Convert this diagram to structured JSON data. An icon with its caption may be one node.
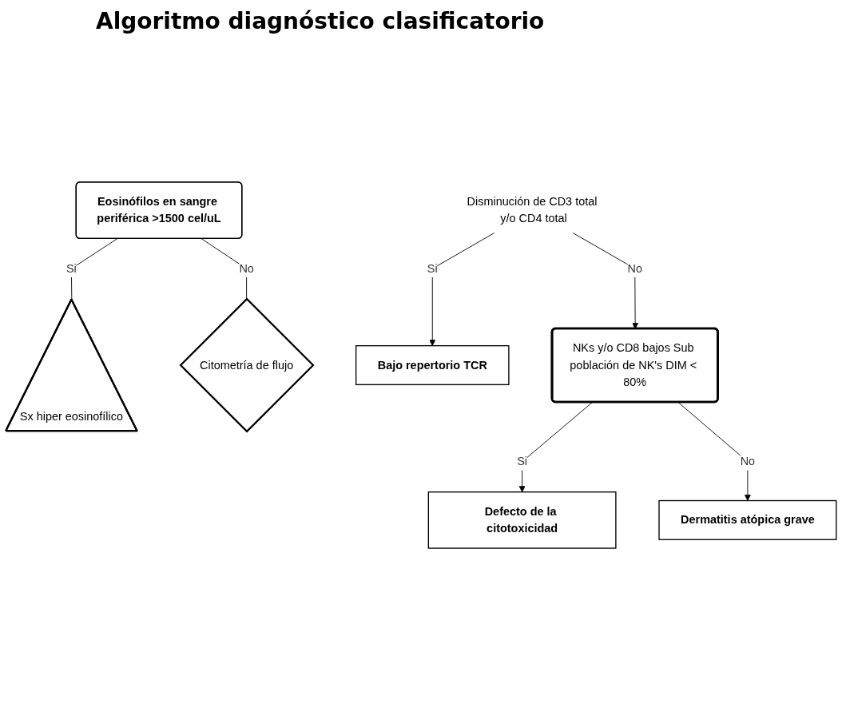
{
  "diagram": {
    "title": "Algoritmo diagnóstico clasificatorio",
    "nodes": [
      {
        "text": [
          "Eosinófilos en sangre periférica >1500 cel/uL"
        ]
      },
      {
        "text": [
          "Sx hiper eosinofílico"
        ]
      },
      {
        "text": [
          "Citometría de flujo"
        ]
      },
      {
        "text": [
          "Bajo repertorio TCR"
        ]
      },
      {
        "text": [
          "Disminución de CD3 total y/o CD4 total"
        ]
      },
      {
        "text": [
          "Defecto de la citotoxicidad"
        ]
      },
      {
        "text": [
          "NKs y/o CD8 bajos Sub población de NK's DIM < 80%"
        ]
      },
      {
        "text": [
          "Dermatitis atópica grave"
        ]
      }
    ],
    "edges": [
      {
        "from": 0,
        "to": 1,
        "arrow": "none",
        "label": "Si"
      },
      {
        "from": 0,
        "to": 2,
        "arrow": "none",
        "label": "No"
      },
      {
        "from": 4,
        "to": 3,
        "arrow": "to",
        "label": "Si"
      },
      {
        "from": 4,
        "to": 6,
        "arrow": "to",
        "label": "No"
      },
      {
        "from": 6,
        "to": 5,
        "arrow": "to",
        "label": "Si"
      },
      {
        "from": 6,
        "to": 7,
        "arrow": "to",
        "label": "No"
      }
    ]
  }
}
